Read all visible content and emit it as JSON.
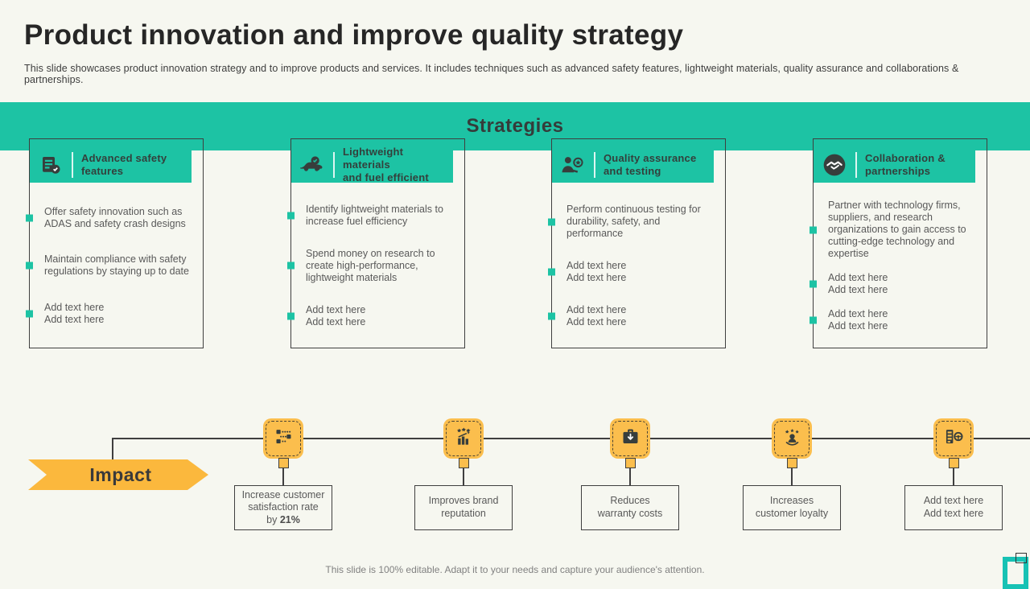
{
  "slide": {
    "title": "Product innovation and improve quality strategy",
    "subtitle": "This slide showcases product innovation strategy and to improve products and services. It includes techniques such as advanced safety features, lightweight materials, quality assurance and collaborations & partnerships.",
    "footer": "This slide is 100% editable. Adapt it to your needs and capture your audience's attention."
  },
  "colors": {
    "teal_accent": "#1dc3a4",
    "yellow_accent": "#fbb83d",
    "icon_box_fill": "#fbbe4d",
    "dark_line": "#3f3f3f",
    "body_text": "#595959",
    "background": "#f6f7f0"
  },
  "strategies": {
    "heading": "Strategies",
    "cards": [
      {
        "icon": "safety-equipment-icon",
        "title": "Advanced safety\nfeatures",
        "bullets": [
          {
            "text": "Offer safety innovation such as\nADAS and safety crash designs",
            "placeholder": false
          },
          {
            "text": "Maintain compliance with safety\nregulations by staying up to date",
            "placeholder": false
          },
          {
            "text": "Add text here\nAdd text here",
            "placeholder": true
          }
        ]
      },
      {
        "icon": "car-icon",
        "title": "Lightweight materials\nand fuel efficient",
        "bullets": [
          {
            "text": "Identify lightweight materials to\nincrease fuel efficiency",
            "placeholder": false
          },
          {
            "text": "Spend money on research to\ncreate high-performance,\nlightweight materials",
            "placeholder": false
          },
          {
            "text": "Add text here\nAdd text here",
            "placeholder": true
          }
        ]
      },
      {
        "icon": "quality-inspector-icon",
        "title": "Quality assurance\nand testing",
        "bullets": [
          {
            "text": "Perform continuous testing for\ndurability, safety, and performance",
            "placeholder": false
          },
          {
            "text": "Add text here\nAdd text here",
            "placeholder": true
          },
          {
            "text": "Add text here\nAdd text here",
            "placeholder": true
          }
        ]
      },
      {
        "icon": "handshake-icon",
        "title": "Collaboration &\npartnerships",
        "bullets": [
          {
            "text": "Partner with technology firms,\nsuppliers, and research\norganizations to gain access to\ncutting-edge technology and\nexpertise",
            "placeholder": false
          },
          {
            "text": "Add text here\nAdd text here",
            "placeholder": true
          },
          {
            "text": "Add text here\nAdd text here",
            "placeholder": true
          }
        ]
      }
    ]
  },
  "impact": {
    "label": "Impact",
    "items": [
      {
        "icon": "survey-list-icon",
        "text": "Increase customer\nsatisfaction rate\nby ",
        "bold": "21%",
        "placeholder": false
      },
      {
        "icon": "star-rating-chart-icon",
        "text": "Improves brand\nreputation",
        "bold": "",
        "placeholder": false
      },
      {
        "icon": "briefcase-download-icon",
        "text": "Reduces\nwarranty costs",
        "bold": "",
        "placeholder": false
      },
      {
        "icon": "customer-loyalty-icon",
        "text": "Increases\ncustomer loyalty",
        "bold": "",
        "placeholder": false
      },
      {
        "icon": "checklist-steering-icon",
        "text": "Add text here\nAdd text here",
        "bold": "",
        "placeholder": true
      }
    ]
  }
}
